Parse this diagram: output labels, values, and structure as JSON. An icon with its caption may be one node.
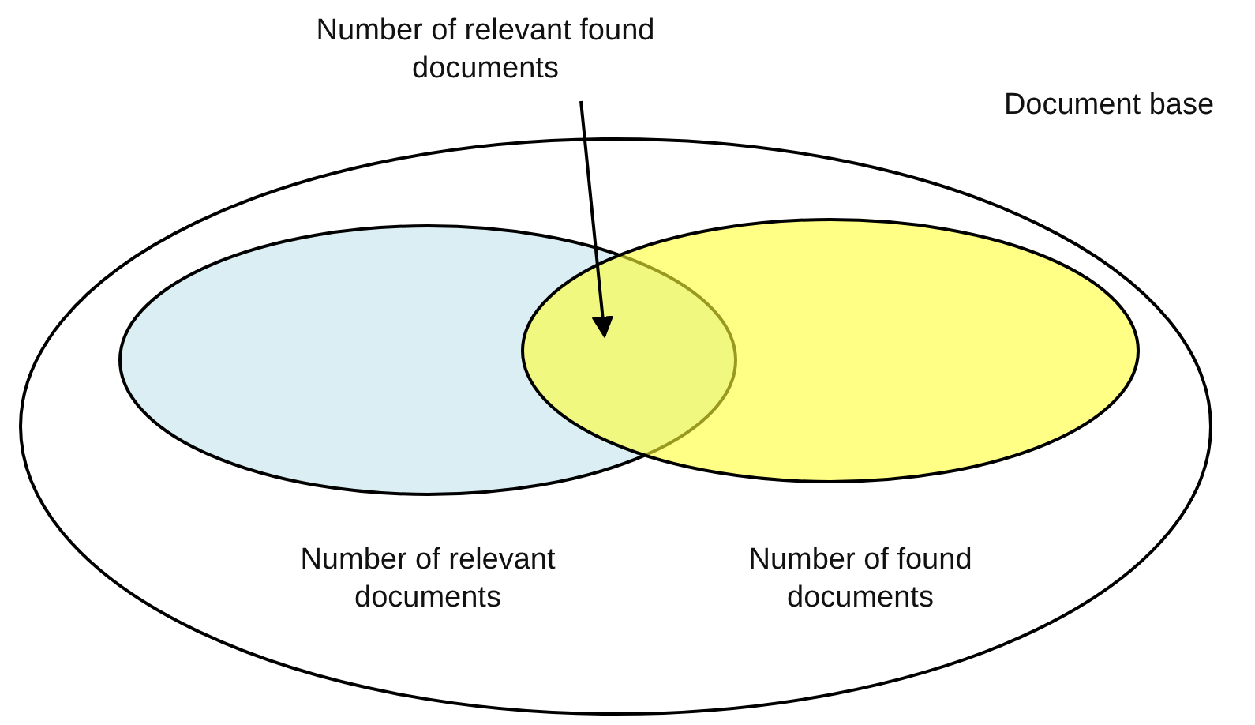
{
  "diagram": {
    "nodes": [
      {
        "text": [
          "Document base"
        ]
      },
      {
        "text": [
          "Number of relevant documents"
        ],
        "in": 0
      },
      {
        "text": [
          "Number of found documents"
        ],
        "in": 0
      },
      {
        "text": [
          "Number of relevant found documents"
        ]
      }
    ],
    "edges": [
      {
        "from": 3,
        "to": 2,
        "arrow": "to"
      }
    ]
  }
}
